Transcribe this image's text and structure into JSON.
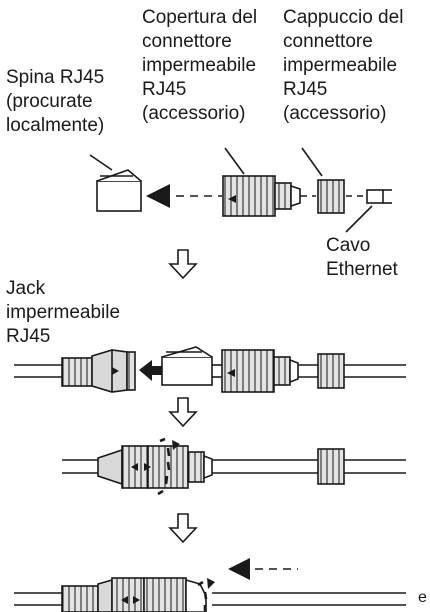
{
  "labels": {
    "cover": "Copertura del\nconnettore\nimpermeabile\nRJ45\n(accessorio)",
    "cap": "Cappuccio del\nconnettore\nimpermeabile\nRJ45\n(accessorio)",
    "plug": "Spina RJ45\n(procurate\nlocalmente)",
    "cable": "Cavo\nEthernet",
    "jack": "Jack\nimpermeabile\nRJ45",
    "fragment": "e"
  },
  "colors": {
    "stroke": "#1a1a1a",
    "fill": "#d9d9d9",
    "background": "#ffffff"
  },
  "icons": [
    "down-arrow-icon",
    "left-arrow-icon"
  ]
}
